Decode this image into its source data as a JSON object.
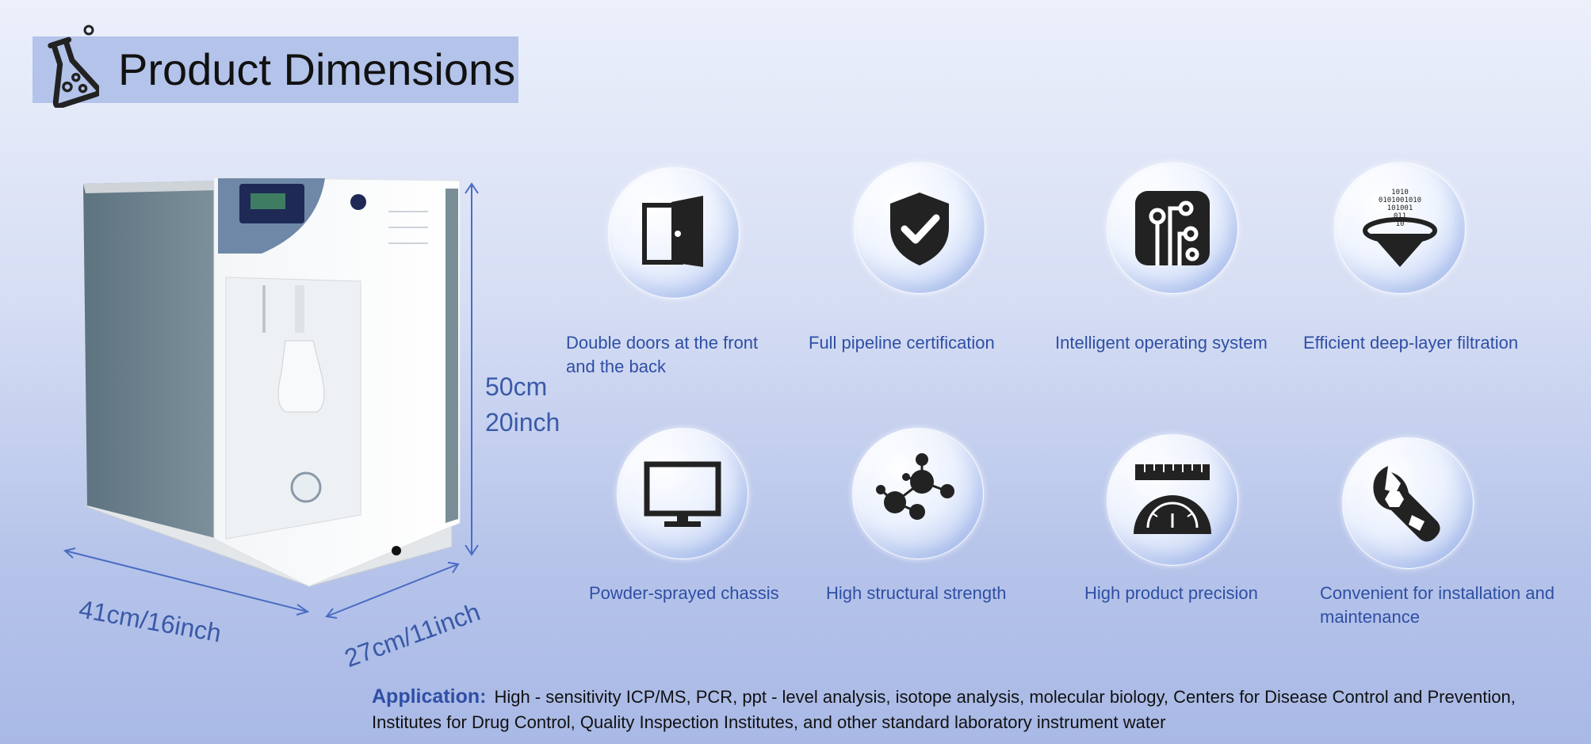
{
  "header": {
    "title": "Product Dimensions",
    "icon": "flask-icon"
  },
  "dimensions": {
    "height_cm": "50cm",
    "height_inch": "20inch",
    "width": "41cm/16inch",
    "depth": "27cm/11inch"
  },
  "features": [
    {
      "label": "Double doors at the front and the back",
      "icon": "door-icon"
    },
    {
      "label": "Full pipeline certification",
      "icon": "shield-check-icon"
    },
    {
      "label": "Intelligent operating system",
      "icon": "circuit-board-icon"
    },
    {
      "label": "Efficient deep-layer filtration",
      "icon": "filter-funnel-icon"
    },
    {
      "label": "Powder-sprayed chassis",
      "icon": "monitor-icon"
    },
    {
      "label": "High structural strength",
      "icon": "molecule-icon"
    },
    {
      "label": "High product precision",
      "icon": "protractor-ruler-icon"
    },
    {
      "label": "Convenient for installation and maintenance",
      "icon": "wrench-icon"
    }
  ],
  "application": {
    "label": "Application:",
    "text": "High - sensitivity ICP/MS, PCR, ppt - level analysis, isotope analysis, molecular biology, Centers for Disease Control and Prevention, Institutes for Drug Control, Quality Inspection Institutes, and other standard laboratory instrument water"
  },
  "colors": {
    "accent": "#2f4fa5",
    "header_bg": "#b3c3ea",
    "dimension_line": "#4a6cc4"
  }
}
